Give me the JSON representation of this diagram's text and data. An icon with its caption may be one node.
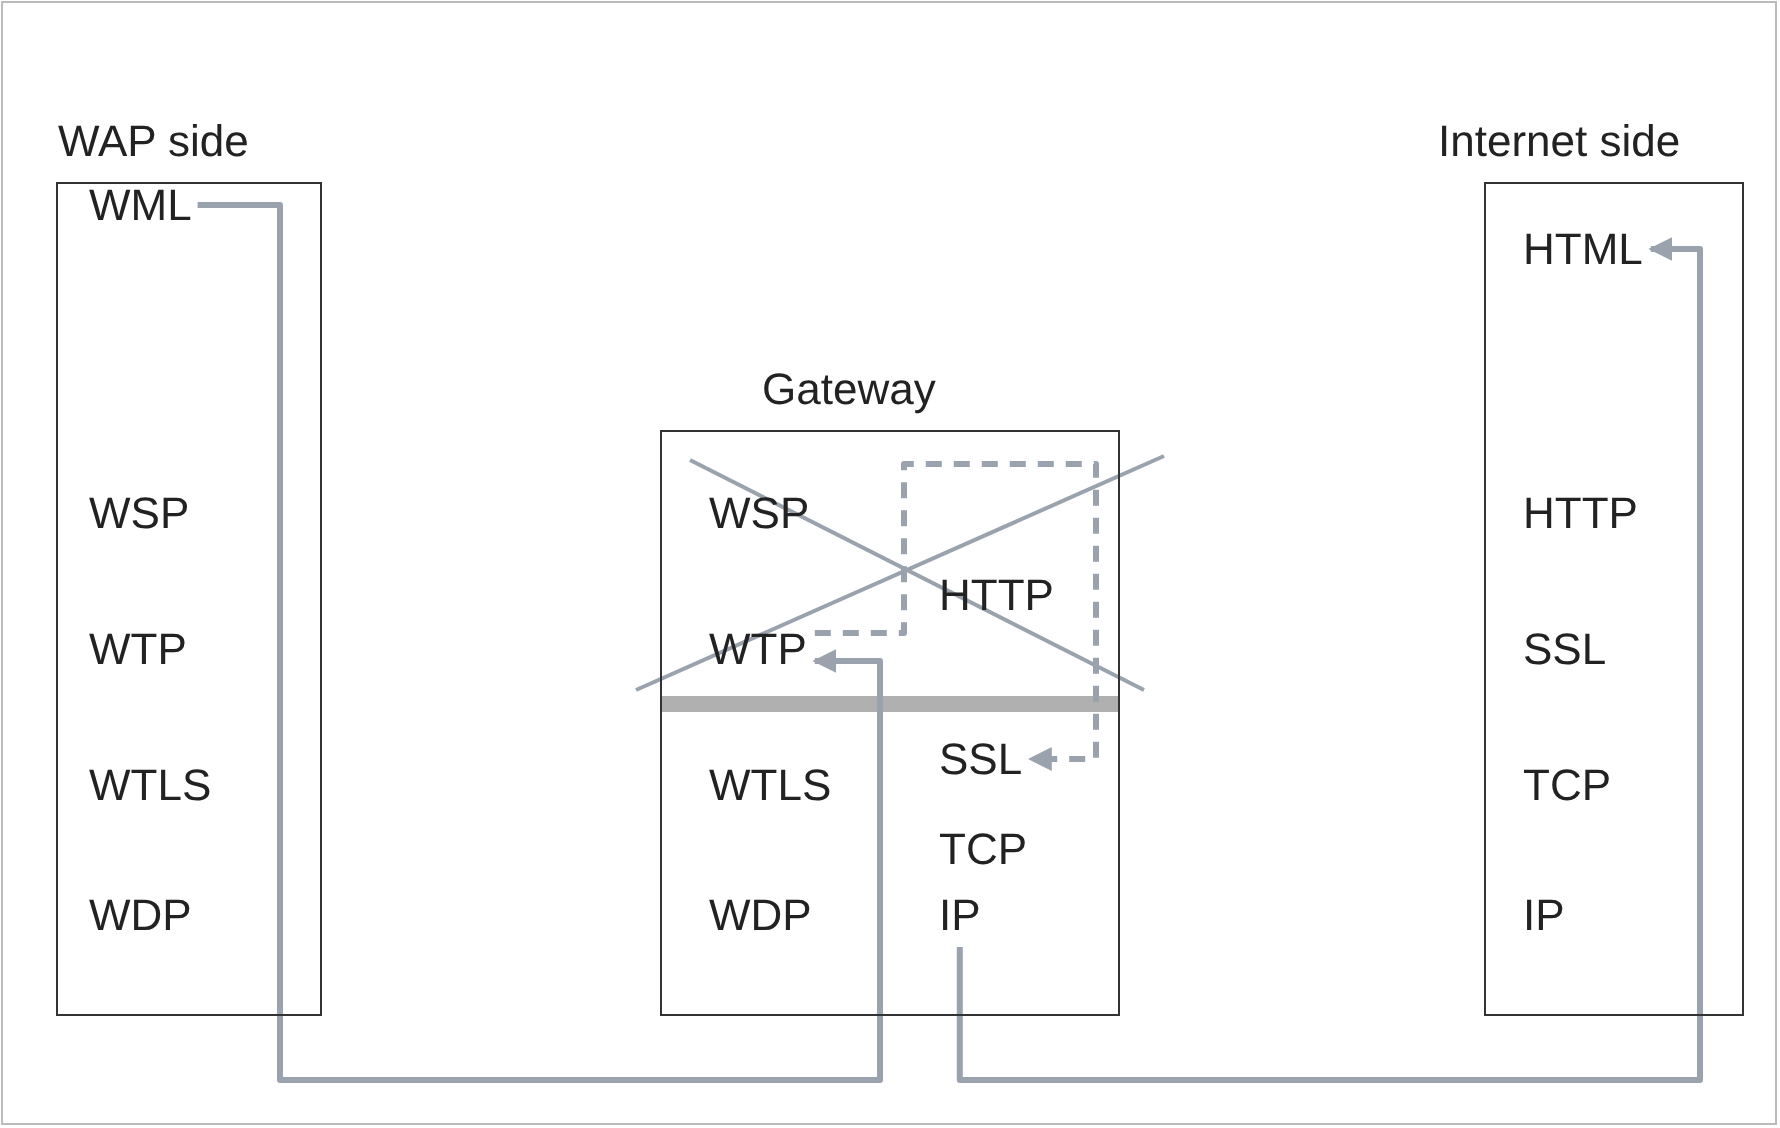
{
  "diagram": {
    "nodes": [
      {
        "text": [
          "WAP side"
        ]
      },
      {
        "text": [
          "WML"
        ],
        "in": 0
      },
      {
        "text": [
          "WSP"
        ],
        "in": 0
      },
      {
        "text": [
          "WTP"
        ],
        "in": 0
      },
      {
        "text": [
          "WTLS"
        ],
        "in": 0
      },
      {
        "text": [
          "WDP"
        ],
        "in": 0
      },
      {
        "text": [
          "Gateway"
        ]
      },
      {
        "text": [
          "WSP"
        ],
        "in": 6
      },
      {
        "text": [
          "WTP"
        ],
        "in": 6
      },
      {
        "text": [
          "HTTP"
        ],
        "in": 6
      },
      {
        "text": [
          "WTLS"
        ],
        "in": 6
      },
      {
        "text": [
          "SSL"
        ],
        "in": 6
      },
      {
        "text": [
          "TCP"
        ],
        "in": 6
      },
      {
        "text": [
          "WDP"
        ],
        "in": 6
      },
      {
        "text": [
          "IP"
        ],
        "in": 6
      },
      {
        "text": [
          "Internet side"
        ]
      },
      {
        "text": [
          "HTML"
        ],
        "in": 15
      },
      {
        "text": [
          "HTTP"
        ],
        "in": 15
      },
      {
        "text": [
          "SSL"
        ],
        "in": 15
      },
      {
        "text": [
          "TCP"
        ],
        "in": 15
      },
      {
        "text": [
          "IP"
        ],
        "in": 15
      }
    ],
    "edges": [
      {
        "from": 1,
        "to": 8,
        "arrow": "to"
      },
      {
        "from": 8,
        "to": 11,
        "arrow": "to",
        "style": "dashed"
      },
      {
        "from": 14,
        "to": 16,
        "arrow": "to"
      }
    ]
  }
}
